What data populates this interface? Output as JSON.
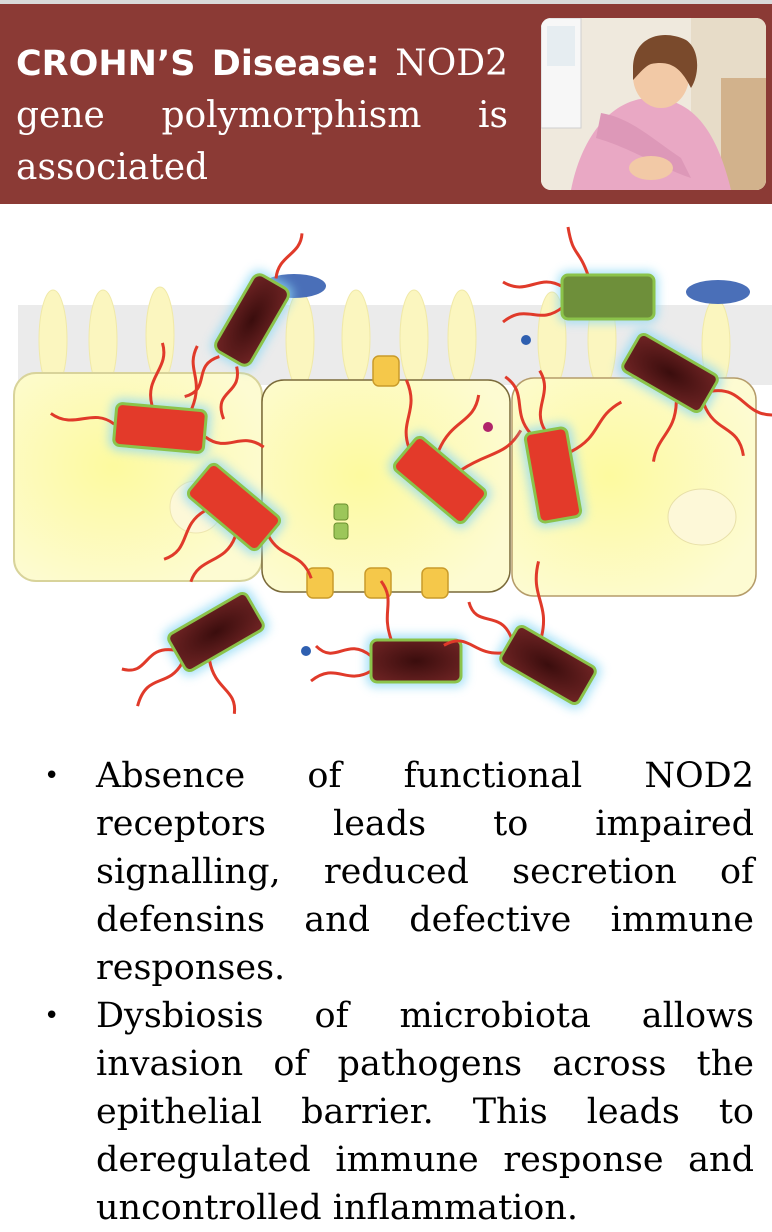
{
  "header": {
    "title_bold": "CROHN’S Disease:",
    "title_rest": " NOD2 gene polymorphism is associated"
  },
  "bullets": [
    {
      "text": "Absence of functional NOD2 receptors leads to impaired signalling, reduced secretion of defensins and defective immune responses."
    },
    {
      "text": "Dysbiosis of microbiota allows invasion of pathogens across the epithelial barrier. This leads to deregulated immune response and uncontrolled inflammation."
    }
  ],
  "colors": {
    "header_bg": "#8b3a35",
    "cell_fill": "#fdfbc4",
    "bacterium_red": "#e33a2a",
    "bacterium_dark": "#5a1a1a",
    "flagella": "#e03a2a",
    "glow": "#7fd4f2"
  }
}
